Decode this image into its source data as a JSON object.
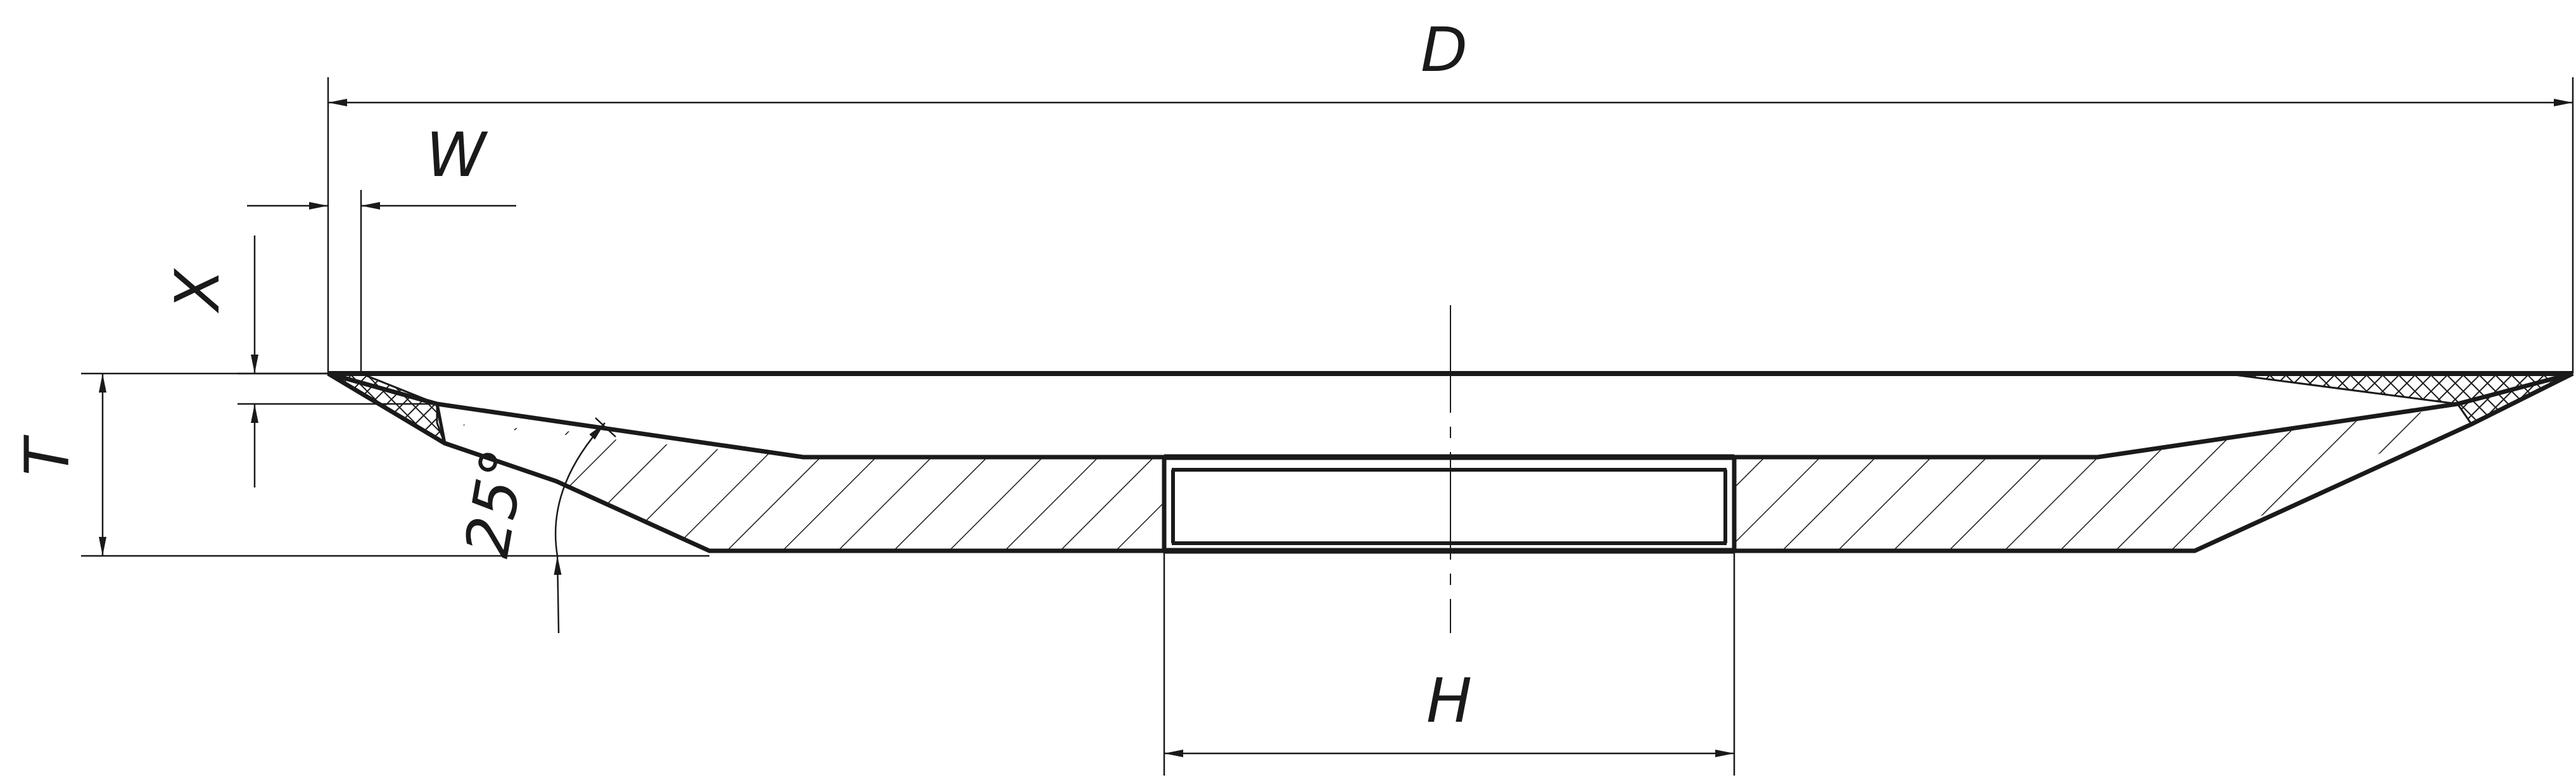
{
  "labels": {
    "D": "D",
    "W": "W",
    "X": "X",
    "T": "T",
    "H": "H",
    "angle": "25°"
  },
  "colors": {
    "line": "#1a1a1a",
    "background": "#ffffff"
  }
}
